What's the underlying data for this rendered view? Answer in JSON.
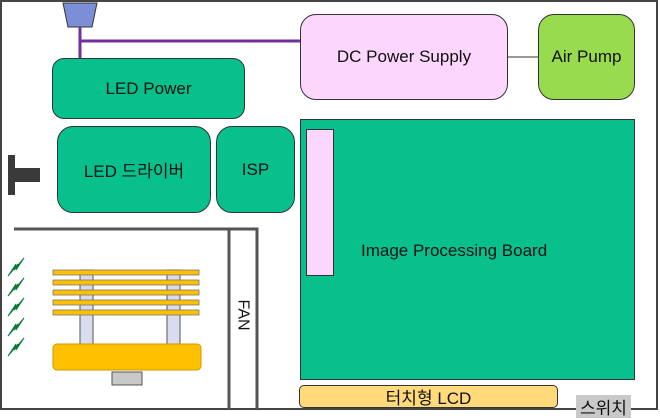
{
  "blocks": {
    "dc_power_supply": "DC Power Supply",
    "air_pump": "Air Pump",
    "led_power": "LED Power",
    "led_driver": "LED 드라이버",
    "isp": "ISP",
    "image_processing_board": "Image Processing Board",
    "fan": "FAN",
    "touch_lcd": "터치형 LCD",
    "switch": "스위치"
  },
  "colors": {
    "dc_power": "#fcd6fc",
    "air_pump": "#99db4f",
    "board": "#08c08c",
    "lcd": "#ffd97a",
    "led_strip": "#ffc000",
    "wire": "#7030a0",
    "sensor": "#7a8fd6",
    "heatsink": "#d9dbef",
    "led": "#2fd07a"
  }
}
